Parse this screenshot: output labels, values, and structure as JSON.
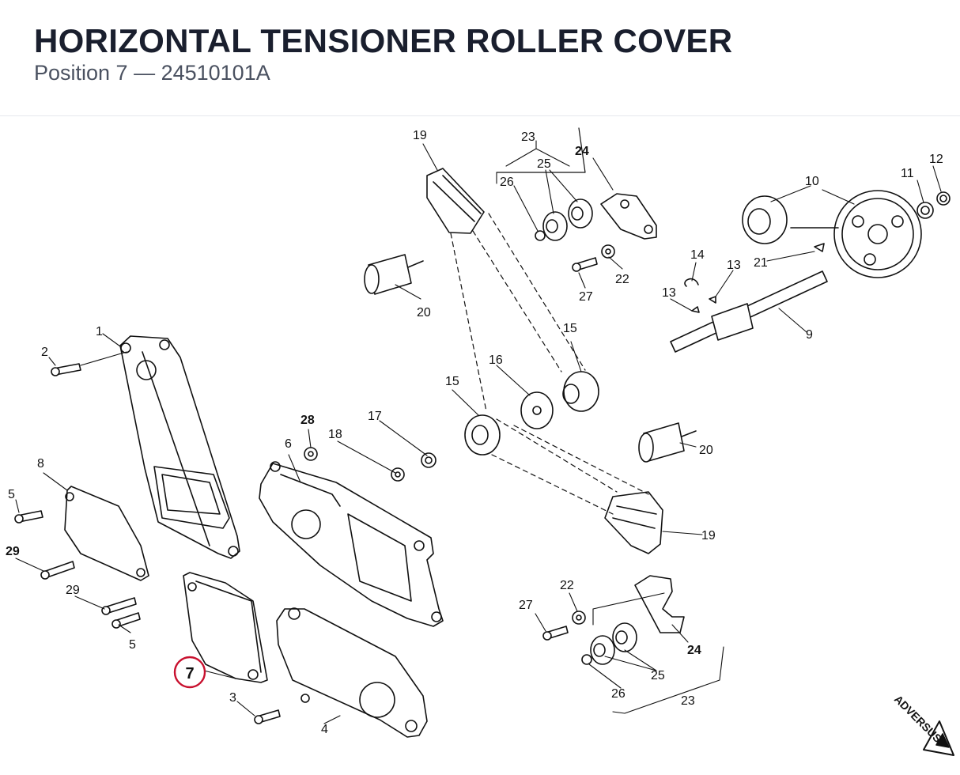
{
  "header": {
    "title": "HORIZONTAL TENSIONER ROLLER COVER",
    "subtitle": "Position 7 — 24510101A"
  },
  "diagram": {
    "highlight": {
      "label": "7",
      "color": "#c8102e"
    },
    "logo": "ADVERSUS",
    "callouts": [
      {
        "id": "c1",
        "text": "1"
      },
      {
        "id": "c2",
        "text": "2"
      },
      {
        "id": "c3",
        "text": "3"
      },
      {
        "id": "c4",
        "text": "4"
      },
      {
        "id": "c5a",
        "text": "5"
      },
      {
        "id": "c5b",
        "text": "5"
      },
      {
        "id": "c6",
        "text": "6"
      },
      {
        "id": "c8",
        "text": "8"
      },
      {
        "id": "c9",
        "text": "9"
      },
      {
        "id": "c10",
        "text": "10"
      },
      {
        "id": "c11",
        "text": "11"
      },
      {
        "id": "c12",
        "text": "12"
      },
      {
        "id": "c13a",
        "text": "13"
      },
      {
        "id": "c13b",
        "text": "13"
      },
      {
        "id": "c14",
        "text": "14"
      },
      {
        "id": "c15a",
        "text": "15"
      },
      {
        "id": "c15b",
        "text": "15"
      },
      {
        "id": "c16",
        "text": "16"
      },
      {
        "id": "c17",
        "text": "17"
      },
      {
        "id": "c18",
        "text": "18"
      },
      {
        "id": "c19a",
        "text": "19"
      },
      {
        "id": "c19b",
        "text": "19"
      },
      {
        "id": "c20a",
        "text": "20"
      },
      {
        "id": "c20b",
        "text": "20"
      },
      {
        "id": "c21",
        "text": "21"
      },
      {
        "id": "c22a",
        "text": "22"
      },
      {
        "id": "c22b",
        "text": "22"
      },
      {
        "id": "c23a",
        "text": "23"
      },
      {
        "id": "c23b",
        "text": "23"
      },
      {
        "id": "c24a",
        "text": "24"
      },
      {
        "id": "c24b",
        "text": "24"
      },
      {
        "id": "c25a",
        "text": "25"
      },
      {
        "id": "c25b",
        "text": "25"
      },
      {
        "id": "c26a",
        "text": "26"
      },
      {
        "id": "c26b",
        "text": "26"
      },
      {
        "id": "c27a",
        "text": "27"
      },
      {
        "id": "c27b",
        "text": "27"
      },
      {
        "id": "c28",
        "text": "28"
      },
      {
        "id": "c29a",
        "text": "29"
      },
      {
        "id": "c29b",
        "text": "29"
      }
    ]
  }
}
